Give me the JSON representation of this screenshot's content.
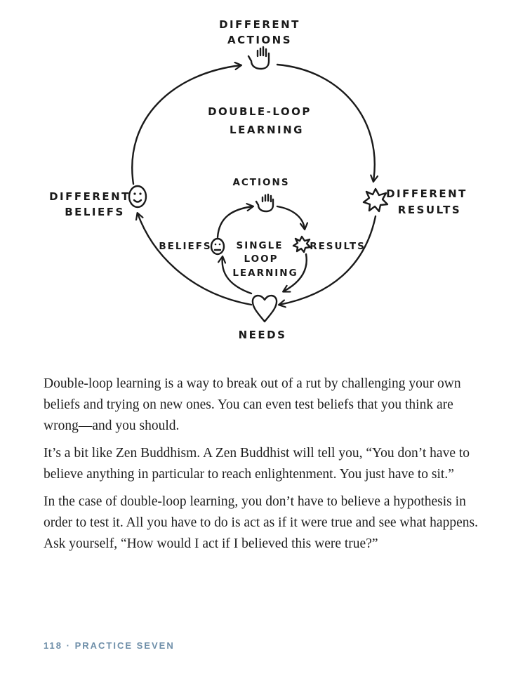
{
  "diagram": {
    "title": [
      "DOUBLE-LOOP",
      "LEARNING"
    ],
    "outer_loop": {
      "top": [
        "DIFFERENT",
        "ACTIONS"
      ],
      "left": [
        "DIFFERENT",
        "BELIEFS"
      ],
      "right": [
        "DIFFERENT",
        "RESULTS"
      ]
    },
    "inner_loop": {
      "top": "ACTIONS",
      "left": "BELIEFS",
      "right": "RESULTS",
      "center": [
        "SINGLE",
        "LOOP",
        "LEARNING"
      ]
    },
    "bottom": "NEEDS",
    "icons": [
      "hand-icon",
      "smiley-icon",
      "burst-icon",
      "heart-icon",
      "neutral-face-icon"
    ]
  },
  "body": {
    "paragraphs": [
      "Double-loop learning is a way to break out of a rut by challenging your own beliefs and trying on new ones. You can even test beliefs that you think are wrong—and you should.",
      "It’s a bit like Zen Buddhism. A Zen Buddhist will tell you, “You don’t have to believe anything in particular to reach enlightenment. You just have to sit.”",
      "In the case of double-loop learning, you don’t have to believe a hypothesis in order to test it. All you have to do is act as if it were true and see what happens. Ask yourself, “How would I act if I believed this were true?”"
    ]
  },
  "footer": {
    "page_number": "118",
    "separator": "·",
    "section": "PRACTICE SEVEN"
  },
  "colors": {
    "ink": "#1a1a1a",
    "text": "#1f1f1f",
    "footer": "#6f8fa9"
  }
}
